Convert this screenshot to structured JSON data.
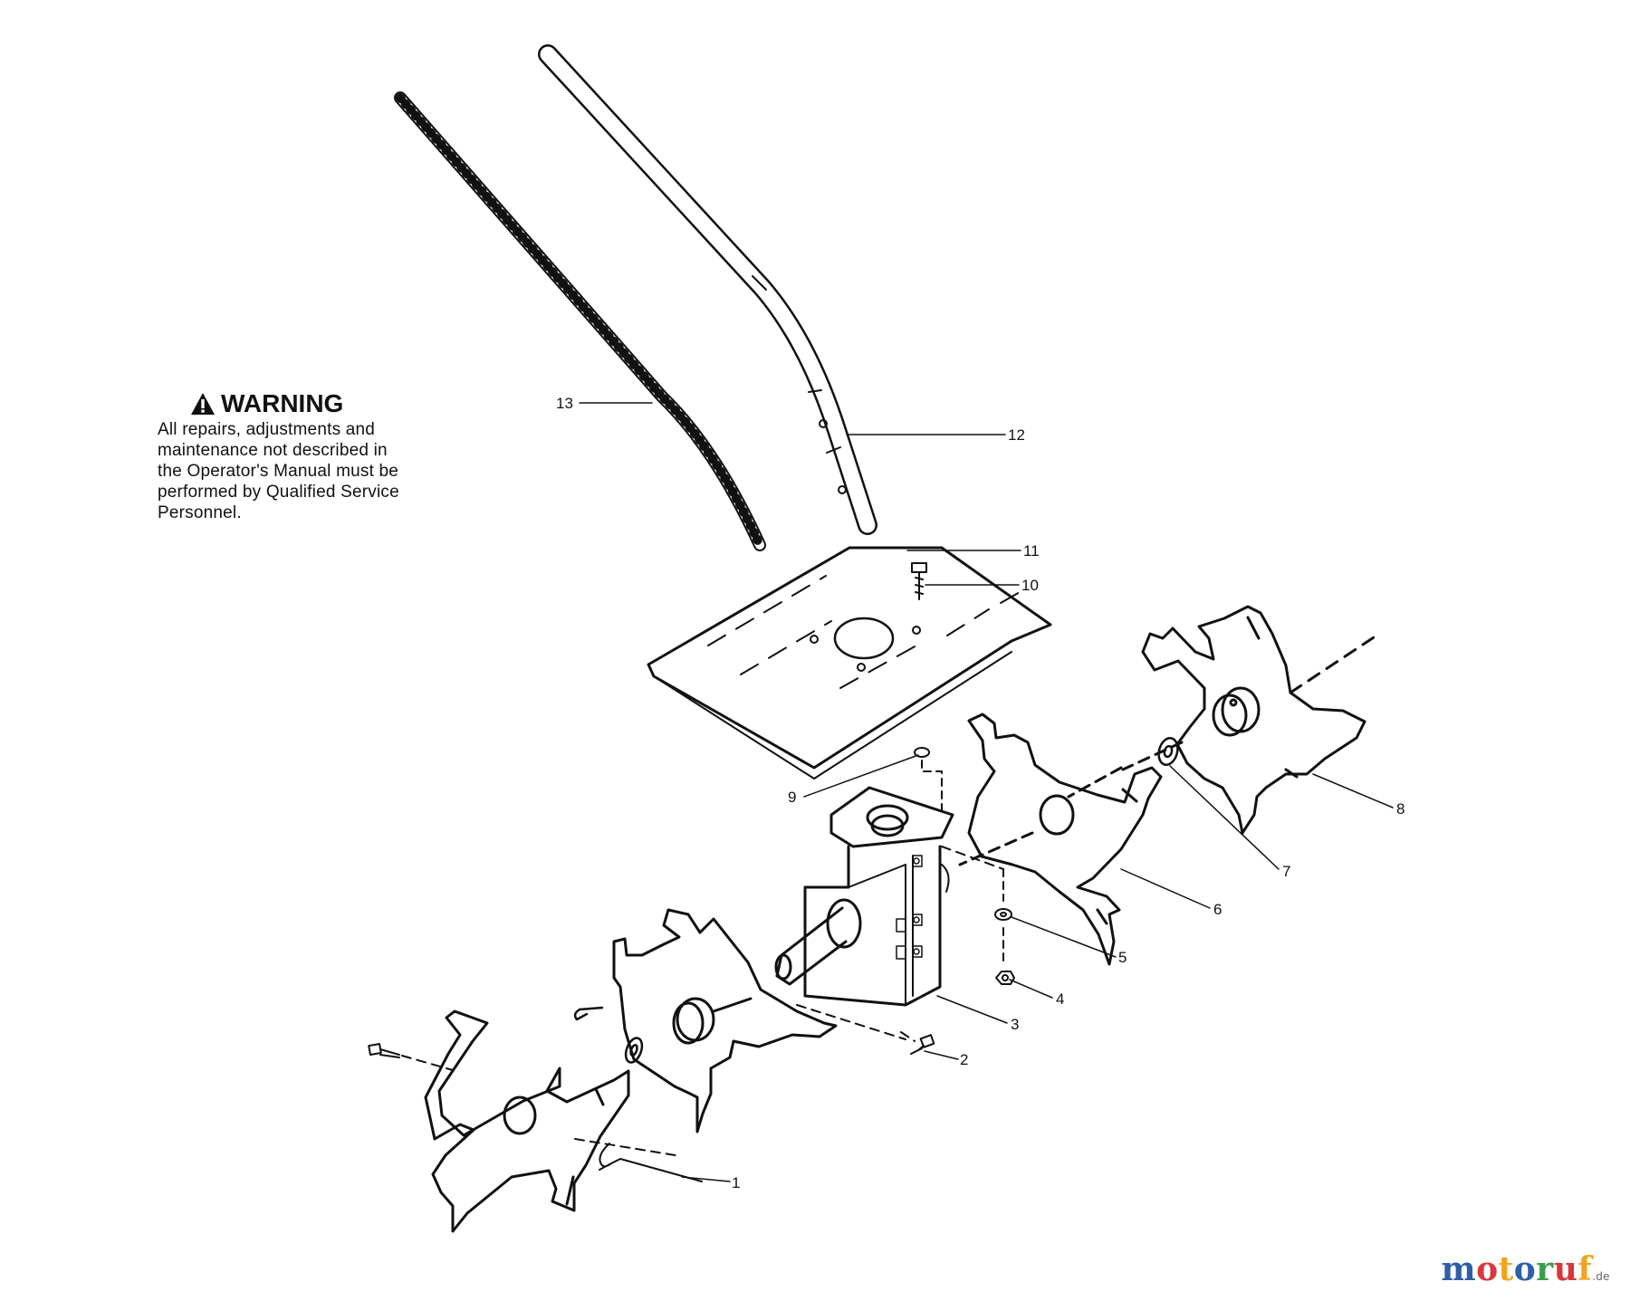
{
  "warning": {
    "title": "WARNING",
    "lines": [
      "All repairs, adjustments and",
      "maintenance not described in",
      "the Operator's Manual must be",
      "performed by Qualified Service",
      "Personnel."
    ]
  },
  "callouts": {
    "c1": "1",
    "c2": "2",
    "c3": "3",
    "c4": "4",
    "c5": "5",
    "c6": "6",
    "c7": "7",
    "c8": "8",
    "c9": "9",
    "c10": "10",
    "c11": "11",
    "c12": "12",
    "c13": "13"
  },
  "brand": {
    "letters": [
      "m",
      "o",
      "t",
      "o",
      "r",
      "u",
      "f"
    ],
    "colors": [
      "#2e5fa8",
      "#d9363e",
      "#f0a51f",
      "#2e5fa8",
      "#3a9d4a",
      "#d9363e",
      "#f0a51f"
    ],
    "tld": ".de"
  }
}
